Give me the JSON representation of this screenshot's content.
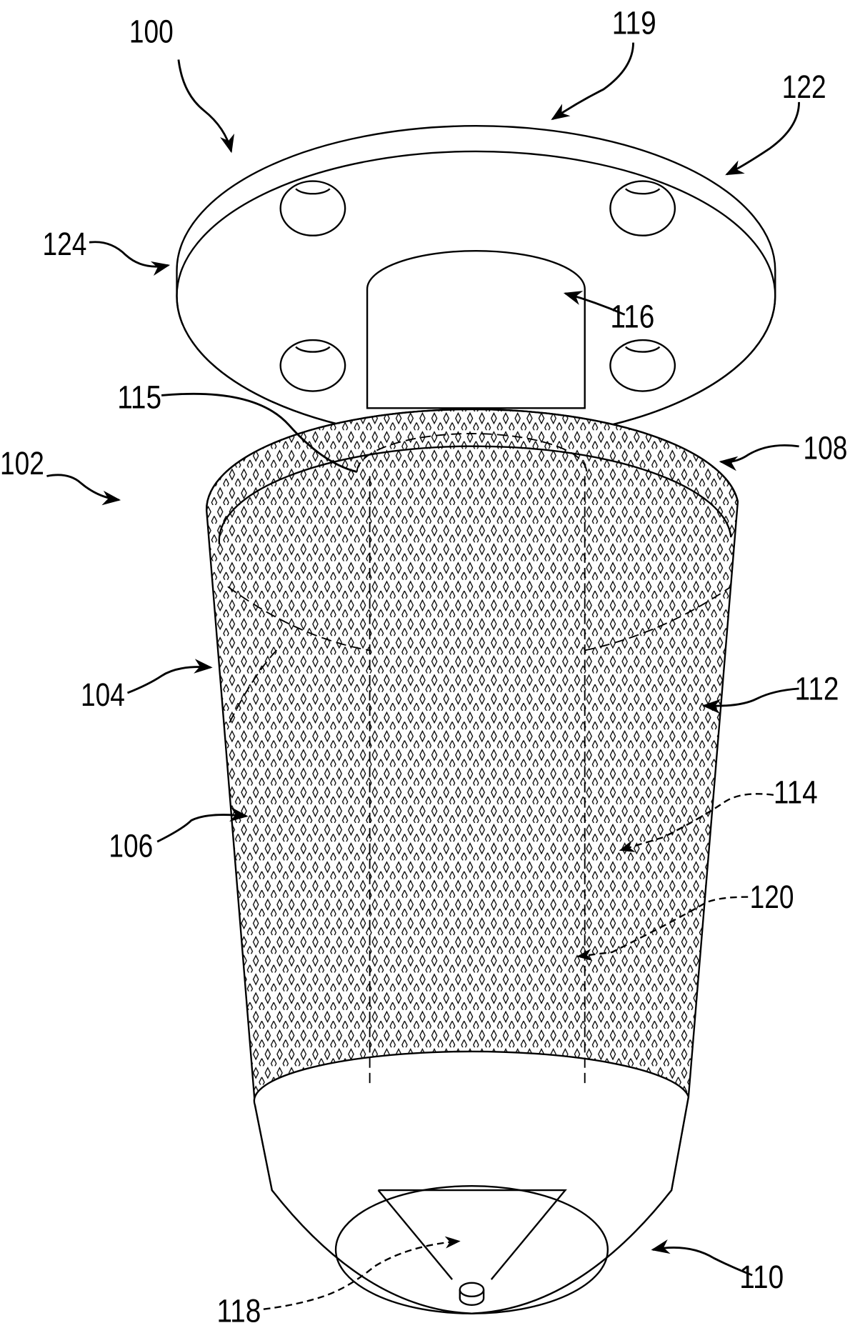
{
  "figure": {
    "labels": [
      {
        "id": "100",
        "text": "100"
      },
      {
        "id": "119",
        "text": "119"
      },
      {
        "id": "122",
        "text": "122"
      },
      {
        "id": "124",
        "text": "124"
      },
      {
        "id": "116",
        "text": "116"
      },
      {
        "id": "115",
        "text": "115"
      },
      {
        "id": "108",
        "text": "108"
      },
      {
        "id": "102",
        "text": "102"
      },
      {
        "id": "104",
        "text": "104"
      },
      {
        "id": "112",
        "text": "112"
      },
      {
        "id": "114",
        "text": "114"
      },
      {
        "id": "106",
        "text": "106"
      },
      {
        "id": "120",
        "text": "120"
      },
      {
        "id": "110",
        "text": "110"
      },
      {
        "id": "118",
        "text": "118"
      }
    ]
  }
}
